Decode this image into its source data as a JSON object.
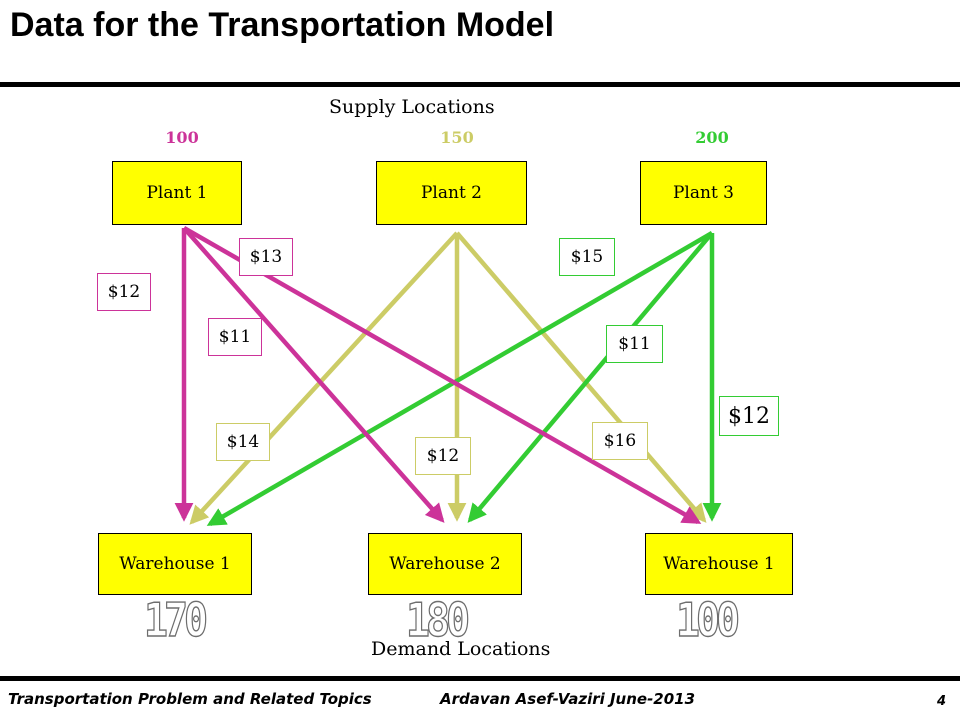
{
  "title": "Data for the Transportation Model",
  "labels": {
    "supply_locations": "Supply Locations",
    "demand_locations": "Demand Locations"
  },
  "colors": {
    "plant1": "#cc3399",
    "plant2": "#cccc66",
    "plant3": "#33cc33",
    "node_fill": "#ffff00"
  },
  "plants": [
    {
      "name": "Plant 1",
      "supply": "100"
    },
    {
      "name": "Plant 2",
      "supply": "150"
    },
    {
      "name": "Plant 3",
      "supply": "200"
    }
  ],
  "warehouses": [
    {
      "name": "Warehouse 1",
      "demand": "170"
    },
    {
      "name": "Warehouse 2",
      "demand": "180"
    },
    {
      "name": "Warehouse 1",
      "demand": "100"
    }
  ],
  "costs": {
    "p1_w1": "$12",
    "p1_w2": "$11",
    "p1_w3": "$13",
    "p2_w1": "$14",
    "p2_w2": "$12",
    "p2_w3": "$16",
    "p3_w1": "$15",
    "p3_w2": "$11",
    "p3_w3": "$12"
  },
  "footer": {
    "left": "Transportation  Problem and Related Topics",
    "right": "Ardavan Asef-Vaziri   June-2013",
    "page": "4"
  }
}
